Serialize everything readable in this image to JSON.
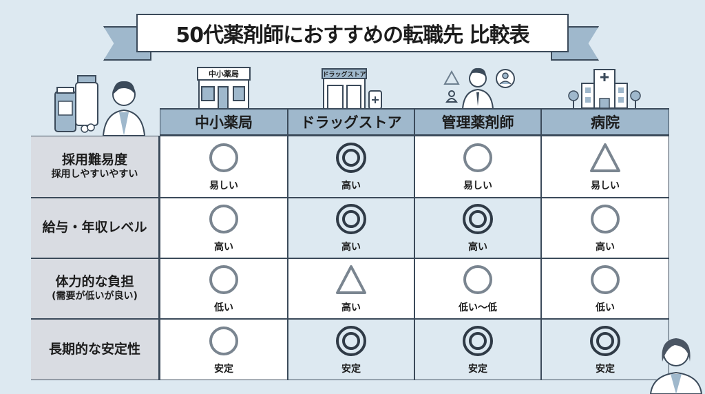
{
  "title": "50代薬剤師におすすめの転職先 比較表",
  "illustrations": {
    "small_pharmacy_sign": "中小薬局",
    "drugstore_sign": "ドラッグストア"
  },
  "columns": [
    "中小薬局",
    "ドラッグストア",
    "管理薬剤師",
    "病院"
  ],
  "rows": [
    {
      "label": "採用難易度",
      "sub": "採用しやすいやすい",
      "cells": [
        {
          "mark": "circle",
          "text": "易しい",
          "hl": false
        },
        {
          "mark": "double-circle",
          "text": "高い",
          "hl": true
        },
        {
          "mark": "circle",
          "text": "易しい",
          "hl": false
        },
        {
          "mark": "triangle",
          "text": "易しい",
          "hl": false
        }
      ]
    },
    {
      "label": "給与・年収レベル",
      "sub": "",
      "cells": [
        {
          "mark": "circle",
          "text": "高い",
          "hl": false
        },
        {
          "mark": "double-circle",
          "text": "高い",
          "hl": true
        },
        {
          "mark": "double-circle",
          "text": "高い",
          "hl": true
        },
        {
          "mark": "circle",
          "text": "高い",
          "hl": false
        }
      ]
    },
    {
      "label": "体力的な負担",
      "sub": "(需要が低いが良い)",
      "cells": [
        {
          "mark": "circle",
          "text": "低い",
          "hl": false
        },
        {
          "mark": "triangle",
          "text": "高い",
          "hl": false
        },
        {
          "mark": "circle",
          "text": "低い〜低",
          "hl": false
        },
        {
          "mark": "circle",
          "text": "低い",
          "hl": false
        }
      ]
    },
    {
      "label": "長期的な安定性",
      "sub": "",
      "cells": [
        {
          "mark": "circle",
          "text": "安定",
          "hl": false
        },
        {
          "mark": "double-circle",
          "text": "安定",
          "hl": true
        },
        {
          "mark": "double-circle",
          "text": "安定",
          "hl": true
        },
        {
          "mark": "double-circle",
          "text": "安定",
          "hl": true
        }
      ]
    }
  ]
}
